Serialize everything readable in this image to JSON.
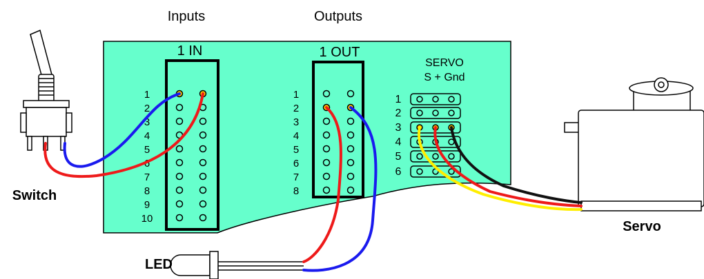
{
  "headings": {
    "inputs": "Inputs",
    "outputs": "Outputs"
  },
  "board": {
    "input_header": "1 IN",
    "output_header": "1 OUT",
    "servo_header_1": "SERVO",
    "servo_header_2": "S  +  Gnd",
    "input_rows": [
      "1",
      "2",
      "3",
      "4",
      "5",
      "6",
      "7",
      "8",
      "9",
      "10"
    ],
    "output_rows": [
      "1",
      "2",
      "3",
      "4",
      "5",
      "6",
      "7",
      "8"
    ],
    "servo_rows": [
      "1",
      "2",
      "3",
      "4",
      "5",
      "6"
    ]
  },
  "labels": {
    "switch": "Switch",
    "led": "LED",
    "servo": "Servo"
  },
  "colors": {
    "board": "#66ffcc",
    "wire_blue": "#1a1aee",
    "wire_red": "#ee1a1a",
    "wire_yellow": "#ffee00",
    "wire_black": "#111111",
    "pin_highlight": "#ffcc00"
  }
}
